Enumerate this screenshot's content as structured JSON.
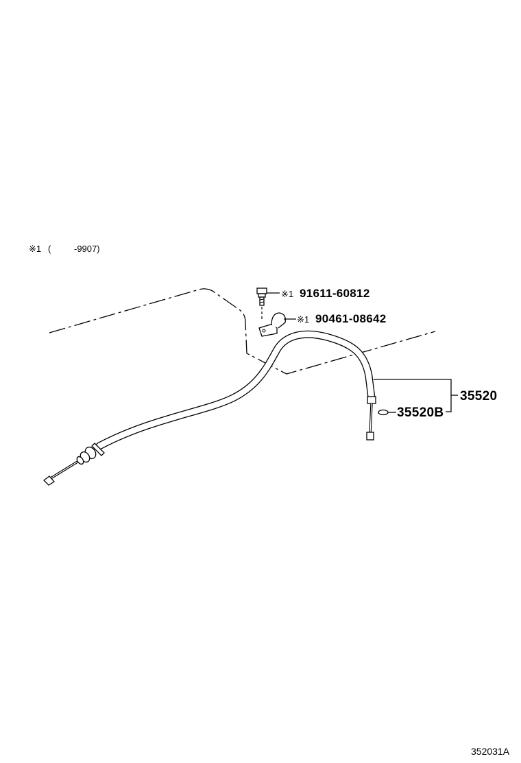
{
  "note": {
    "symbol": "※1",
    "paren_open": "(",
    "range": "-9907)"
  },
  "parts": {
    "bolt": {
      "prefix": "※1",
      "number": "91611-60812",
      "icon": "bolt-icon"
    },
    "clamp": {
      "prefix": "※1",
      "number": "90461-08642",
      "icon": "clamp-icon"
    },
    "cable_assembly": {
      "number": "35520",
      "icon": "cable-icon"
    },
    "cable_sub": {
      "number": "35520B",
      "icon": "o-ring-icon"
    }
  },
  "figure_number": "352031A",
  "colors": {
    "line": "#000000",
    "background": "#ffffff"
  }
}
